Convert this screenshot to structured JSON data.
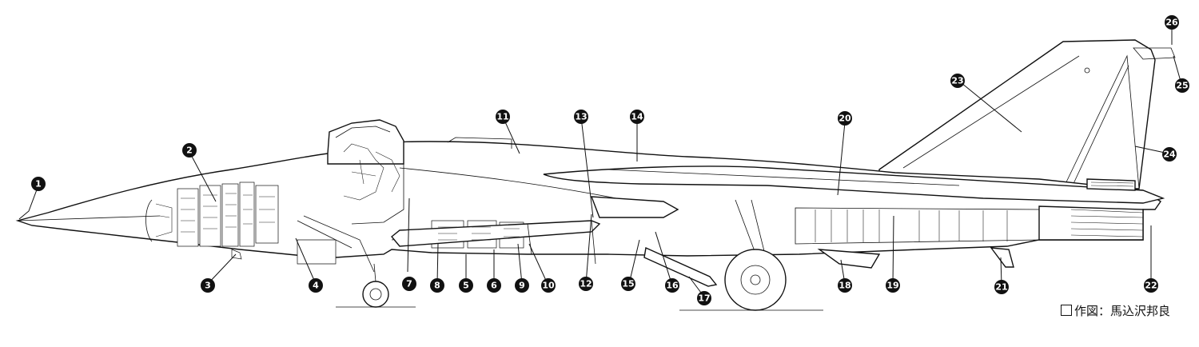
{
  "credit": {
    "text": "作図：馬込沢邦良"
  },
  "callouts": [
    "1",
    "2",
    "3",
    "4",
    "5",
    "6",
    "7",
    "8",
    "9",
    "10",
    "11",
    "12",
    "13",
    "14",
    "15",
    "16",
    "17",
    "18",
    "19",
    "20",
    "21",
    "22",
    "23",
    "24",
    "25",
    "26"
  ]
}
